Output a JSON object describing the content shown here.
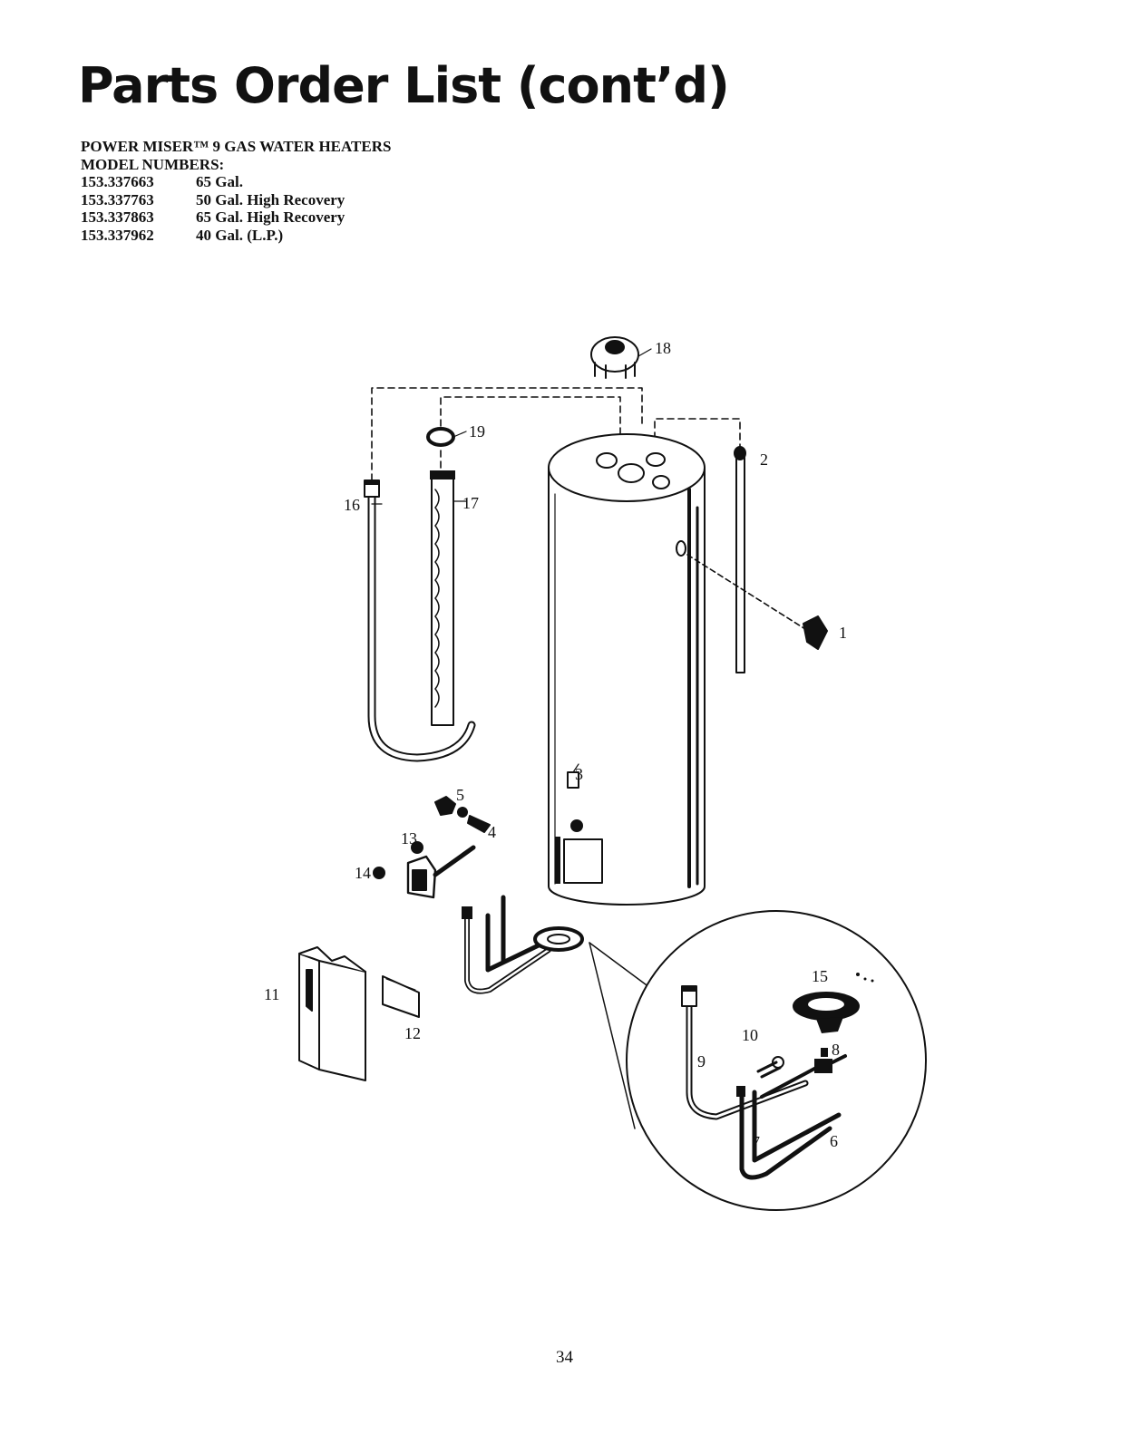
{
  "title": "Parts Order List (cont’d)",
  "product_line": "POWER MISER™ 9 GAS WATER HEATERS",
  "model_numbers_label": "MODEL NUMBERS:",
  "models": [
    {
      "number": "153.337663",
      "description": "65 Gal."
    },
    {
      "number": "153.337763",
      "description": "50 Gal. High Recovery"
    },
    {
      "number": "153.337863",
      "description": "65 Gal. High Recovery"
    },
    {
      "number": "153.337962",
      "description": "40 Gal. (L.P.)"
    }
  ],
  "callouts": {
    "c1": "1",
    "c2": "2",
    "c3": "3",
    "c4": "4",
    "c5": "5",
    "c6": "6",
    "c7": "7",
    "c8": "8",
    "c9": "9",
    "c10": "10",
    "c11": "11",
    "c12": "12",
    "c13": "13",
    "c14": "14",
    "c15": "15",
    "c16": "16",
    "c17": "17",
    "c18": "18",
    "c19": "19"
  },
  "page_number": "34"
}
